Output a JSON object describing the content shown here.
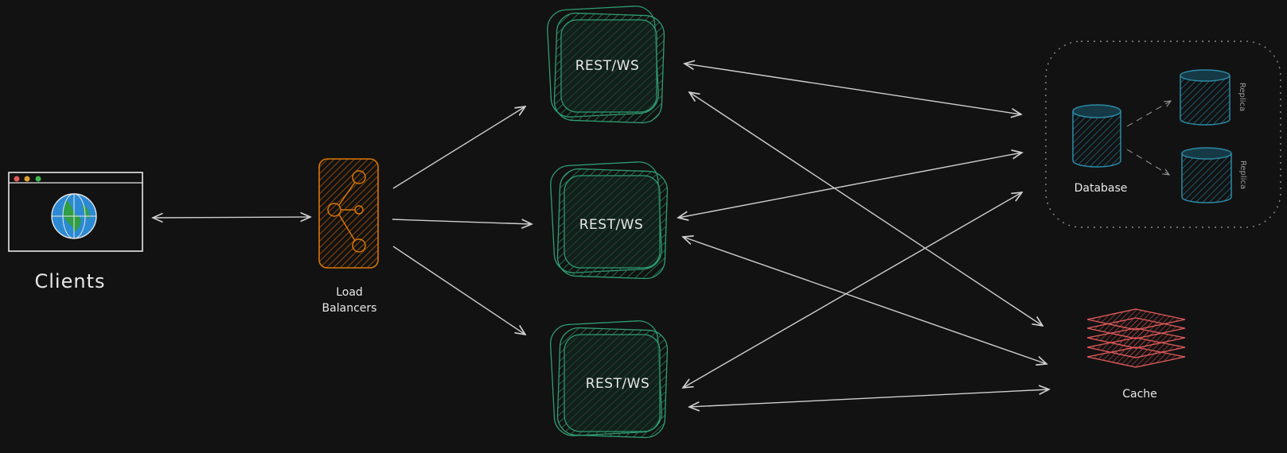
{
  "labels": {
    "clients": "Clients",
    "load_balancers_line1": "Load",
    "load_balancers_line2": "Balancers",
    "server_1": "REST/WS",
    "server_2": "REST/WS",
    "server_3": "REST/WS",
    "database": "Database",
    "replica_1": "Replica",
    "replica_2": "Replica",
    "cache": "Cache"
  },
  "colors": {
    "background": "#121212",
    "server": "#2f9e74",
    "load_balancer": "#d97706",
    "database": "#2b8aa6",
    "cache": "#e05a5a",
    "edge": "#cfcfcf"
  }
}
